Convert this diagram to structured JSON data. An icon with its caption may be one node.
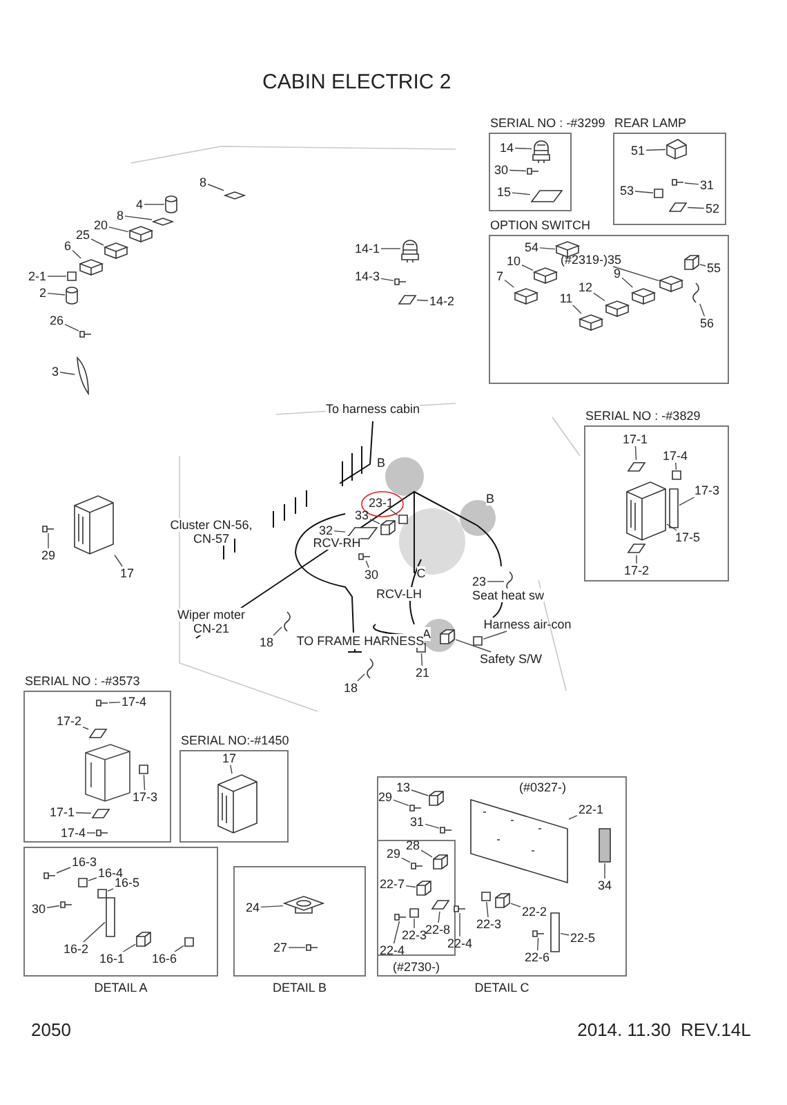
{
  "diagram": {
    "title": "CABIN ELECTRIC 2",
    "nodes": [
      {
        "text": [
          "8"
        ]
      },
      {
        "text": [
          "4"
        ]
      },
      {
        "text": [
          "8"
        ]
      },
      {
        "text": [
          "20"
        ]
      },
      {
        "text": [
          "25"
        ]
      },
      {
        "text": [
          "6"
        ]
      },
      {
        "text": [
          "2-1"
        ]
      },
      {
        "text": [
          "2"
        ]
      },
      {
        "text": [
          "26"
        ]
      },
      {
        "text": [
          "3"
        ]
      },
      {
        "text": [
          "14-1"
        ]
      },
      {
        "text": [
          "14-3"
        ]
      },
      {
        "text": [
          "14-2"
        ]
      },
      {
        "text": [
          "SERIAL NO : -#3299"
        ]
      },
      {
        "text": [
          "14"
        ],
        "in": 13
      },
      {
        "text": [
          "30"
        ],
        "in": 13
      },
      {
        "text": [
          "15"
        ],
        "in": 13
      },
      {
        "text": [
          "REAR LAMP"
        ]
      },
      {
        "text": [
          "51"
        ],
        "in": 17
      },
      {
        "text": [
          "53"
        ],
        "in": 17
      },
      {
        "text": [
          "31"
        ],
        "in": 17
      },
      {
        "text": [
          "52"
        ],
        "in": 17
      },
      {
        "text": [
          "OPTION SWITCH"
        ]
      },
      {
        "text": [
          "54"
        ],
        "in": 22
      },
      {
        "text": [
          "10"
        ],
        "in": 22
      },
      {
        "text": [
          "7"
        ],
        "in": 22
      },
      {
        "text": [
          "(#2319-)35"
        ],
        "in": 22
      },
      {
        "text": [
          "9"
        ],
        "in": 22
      },
      {
        "text": [
          "12"
        ],
        "in": 22
      },
      {
        "text": [
          "11"
        ],
        "in": 22
      },
      {
        "text": [
          "55"
        ],
        "in": 22
      },
      {
        "text": [
          "56"
        ],
        "in": 22
      },
      {
        "text": [
          "SERIAL NO : -#3829"
        ]
      },
      {
        "text": [
          "17-1"
        ],
        "in": 32
      },
      {
        "text": [
          "17-4"
        ],
        "in": 32
      },
      {
        "text": [
          "17-3"
        ],
        "in": 32
      },
      {
        "text": [
          "17-5"
        ],
        "in": 32
      },
      {
        "text": [
          "17-2"
        ],
        "in": 32
      },
      {
        "text": [
          "29"
        ]
      },
      {
        "text": [
          "17"
        ]
      },
      {
        "text": [
          "32"
        ]
      },
      {
        "text": [
          "33"
        ]
      },
      {
        "text": [
          "23-1"
        ]
      },
      {
        "text": [
          "30"
        ]
      },
      {
        "text": [
          "23"
        ]
      },
      {
        "text": [
          "Harness air-con"
        ]
      },
      {
        "text": [
          "Safety S/W"
        ]
      },
      {
        "text": [
          "21"
        ]
      },
      {
        "text": [
          "18"
        ]
      },
      {
        "text": [
          "18"
        ]
      },
      {
        "text": [
          "SERIAL NO : -#3573"
        ]
      },
      {
        "text": [
          "17-4"
        ],
        "in": 50
      },
      {
        "text": [
          "17-2"
        ],
        "in": 50
      },
      {
        "text": [
          "17-3"
        ],
        "in": 50
      },
      {
        "text": [
          "17-1"
        ],
        "in": 50
      },
      {
        "text": [
          "17-4"
        ],
        "in": 50
      },
      {
        "text": [
          "SERIAL NO:-#1450"
        ]
      },
      {
        "text": [
          "17"
        ],
        "in": 56
      },
      {
        "text": [
          "DETAIL A"
        ]
      },
      {
        "text": [
          "16-3"
        ],
        "in": 58
      },
      {
        "text": [
          "16-4"
        ],
        "in": 58
      },
      {
        "text": [
          "16-5"
        ],
        "in": 58
      },
      {
        "text": [
          "30"
        ],
        "in": 58
      },
      {
        "text": [
          "16-2"
        ],
        "in": 58
      },
      {
        "text": [
          "16-1"
        ],
        "in": 58
      },
      {
        "text": [
          "16-6"
        ],
        "in": 58
      },
      {
        "text": [
          "DETAIL B"
        ]
      },
      {
        "text": [
          "24"
        ],
        "in": 66
      },
      {
        "text": [
          "27"
        ],
        "in": 66
      },
      {
        "text": [
          "DETAIL C"
        ]
      },
      {
        "text": [
          "13"
        ],
        "in": 69
      },
      {
        "text": [
          "29"
        ],
        "in": 69
      },
      {
        "text": [
          "31"
        ],
        "in": 69
      },
      {
        "text": [
          "22-1"
        ],
        "in": 69
      },
      {
        "text": [
          "(#2730-)"
        ],
        "in": 69
      },
      {
        "text": [
          "28"
        ],
        "in": 74
      },
      {
        "text": [
          "29"
        ],
        "in": 74
      },
      {
        "text": [
          "22-7"
        ],
        "in": 74
      },
      {
        "text": [
          "22-3"
        ],
        "in": 74
      },
      {
        "text": [
          "22-8"
        ],
        "in": 74
      },
      {
        "text": [
          "22-4"
        ],
        "in": 74
      },
      {
        "text": [
          "22-4"
        ],
        "in": 69
      },
      {
        "text": [
          "22-3"
        ],
        "in": 69
      },
      {
        "text": [
          "22-2"
        ],
        "in": 69
      },
      {
        "text": [
          "22-5"
        ],
        "in": 69
      },
      {
        "text": [
          "22-6"
        ],
        "in": 69
      },
      {
        "text": [
          "34"
        ],
        "in": 69
      },
      {
        "text": [],
        "shape": "picture"
      },
      {
        "text": [],
        "shape": "picture"
      },
      {
        "text": [],
        "shape": "picture"
      },
      {
        "text": [],
        "shape": "picture"
      },
      {
        "text": [],
        "shape": "picture"
      },
      {
        "text": [],
        "shape": "picture"
      },
      {
        "text": [],
        "shape": "box"
      },
      {
        "text": [],
        "shape": "picture"
      },
      {
        "text": [],
        "shape": "picture"
      },
      {
        "text": [],
        "shape": "picture"
      },
      {
        "text": [],
        "shape": "picture"
      },
      {
        "text": [],
        "shape": "picture"
      },
      {
        "text": [],
        "shape": "picture"
      },
      {
        "text": [],
        "shape": "picture",
        "in": 13
      },
      {
        "text": [],
        "shape": "picture",
        "in": 13
      },
      {
        "text": [],
        "shape": "picture",
        "in": 13
      },
      {
        "text": [],
        "shape": "picture",
        "in": 17
      },
      {
        "text": [],
        "shape": "box",
        "in": 17
      },
      {
        "text": [],
        "shape": "picture",
        "in": 17
      },
      {
        "text": [],
        "shape": "picture",
        "in": 17
      },
      {
        "text": [],
        "shape": "picture",
        "in": 22
      },
      {
        "text": [],
        "shape": "picture",
        "in": 22
      },
      {
        "text": [],
        "shape": "picture",
        "in": 22
      },
      {
        "text": [],
        "shape": "picture",
        "in": 22
      },
      {
        "text": [],
        "shape": "picture",
        "in": 22
      },
      {
        "text": [],
        "shape": "picture",
        "in": 22
      },
      {
        "text": [],
        "shape": "picture",
        "in": 22
      },
      {
        "text": [],
        "shape": "picture",
        "in": 22
      },
      {
        "text": [],
        "shape": "picture",
        "in": 22
      },
      {
        "text": [],
        "shape": "picture",
        "in": 32
      },
      {
        "text": [],
        "shape": "box",
        "in": 32
      },
      {
        "text": [],
        "shape": "box",
        "in": 32
      },
      {
        "text": [],
        "shape": "picture",
        "in": 32
      },
      {
        "text": [],
        "shape": "picture",
        "in": 32
      },
      {
        "text": [],
        "shape": "picture"
      },
      {
        "text": [],
        "shape": "picture"
      },
      {
        "text": [],
        "shape": "picture"
      },
      {
        "text": [],
        "shape": "picture"
      },
      {
        "text": [],
        "shape": "box"
      },
      {
        "text": [],
        "shape": "picture"
      },
      {
        "text": [],
        "shape": "picture"
      },
      {
        "text": [],
        "shape": "box"
      },
      {
        "text": [],
        "shape": "picture"
      },
      {
        "text": [],
        "shape": "box"
      },
      {
        "text": [],
        "shape": "picture"
      },
      {
        "text": [],
        "shape": "picture"
      },
      {
        "text": [],
        "shape": "picture",
        "in": 50
      },
      {
        "text": [],
        "shape": "picture",
        "in": 50
      },
      {
        "text": [],
        "shape": "box",
        "in": 50
      },
      {
        "text": [],
        "shape": "picture",
        "in": 50
      },
      {
        "text": [],
        "shape": "picture",
        "in": 50
      },
      {
        "text": [],
        "shape": "picture",
        "in": 56
      },
      {
        "text": [],
        "shape": "picture",
        "in": 58
      },
      {
        "text": [],
        "shape": "box",
        "in": 58
      },
      {
        "text": [],
        "shape": "box",
        "in": 58
      },
      {
        "text": [],
        "shape": "picture",
        "in": 58
      },
      {
        "text": [],
        "shape": "box",
        "in": 58
      },
      {
        "text": [],
        "shape": "picture",
        "in": 58
      },
      {
        "text": [],
        "shape": "box",
        "in": 58
      },
      {
        "text": [],
        "shape": "picture",
        "in": 66
      },
      {
        "text": [],
        "shape": "picture",
        "in": 66
      },
      {
        "text": [],
        "shape": "picture",
        "in": 69
      },
      {
        "text": [],
        "shape": "picture",
        "in": 69
      },
      {
        "text": [],
        "shape": "picture",
        "in": 69
      },
      {
        "text": [],
        "shape": "picture",
        "in": 69
      },
      {
        "text": [],
        "shape": "picture",
        "in": 74
      },
      {
        "text": [],
        "shape": "picture",
        "in": 74
      },
      {
        "text": [],
        "shape": "picture",
        "in": 74
      },
      {
        "text": [],
        "shape": "box",
        "in": 74
      },
      {
        "text": [],
        "shape": "picture",
        "in": 74
      },
      {
        "text": [],
        "shape": "picture",
        "in": 74
      },
      {
        "text": [],
        "shape": "picture",
        "in": 69
      },
      {
        "text": [],
        "shape": "box",
        "in": 69
      },
      {
        "text": [],
        "shape": "picture",
        "in": 69
      },
      {
        "text": [],
        "shape": "box",
        "in": 69
      },
      {
        "text": [],
        "shape": "picture",
        "in": 69
      },
      {
        "text": [],
        "shape": "box",
        "in": 69
      }
    ],
    "edges": [
      {
        "from": 0,
        "to": 87,
        "arrow": "none"
      },
      {
        "from": 1,
        "to": 88,
        "arrow": "none"
      },
      {
        "from": 2,
        "to": 89,
        "arrow": "none"
      },
      {
        "from": 3,
        "to": 90,
        "arrow": "none"
      },
      {
        "from": 4,
        "to": 91,
        "arrow": "none"
      },
      {
        "from": 5,
        "to": 92,
        "arrow": "none"
      },
      {
        "from": 6,
        "to": 93,
        "arrow": "none"
      },
      {
        "from": 7,
        "to": 94,
        "arrow": "none"
      },
      {
        "from": 8,
        "to": 95,
        "arrow": "none"
      },
      {
        "from": 9,
        "to": 96,
        "arrow": "none"
      },
      {
        "from": 10,
        "to": 97,
        "arrow": "none"
      },
      {
        "from": 11,
        "to": 98,
        "arrow": "none"
      },
      {
        "from": 12,
        "to": 99,
        "arrow": "none"
      },
      {
        "from": 14,
        "to": 100,
        "arrow": "none"
      },
      {
        "from": 15,
        "to": 101,
        "arrow": "none"
      },
      {
        "from": 16,
        "to": 102,
        "arrow": "none"
      },
      {
        "from": 18,
        "to": 103,
        "arrow": "none"
      },
      {
        "from": 19,
        "to": 104,
        "arrow": "none"
      },
      {
        "from": 20,
        "to": 105,
        "arrow": "none"
      },
      {
        "from": 21,
        "to": 106,
        "arrow": "none"
      },
      {
        "from": 23,
        "to": 107,
        "arrow": "none"
      },
      {
        "from": 24,
        "to": 108,
        "arrow": "none"
      },
      {
        "from": 25,
        "to": 109,
        "arrow": "none"
      },
      {
        "from": 26,
        "to": 110,
        "arrow": "none"
      },
      {
        "from": 27,
        "to": 111,
        "arrow": "none"
      },
      {
        "from": 28,
        "to": 112,
        "arrow": "none"
      },
      {
        "from": 29,
        "to": 113,
        "arrow": "none"
      },
      {
        "from": 30,
        "to": 114,
        "arrow": "none"
      },
      {
        "from": 31,
        "to": 115,
        "arrow": "none"
      },
      {
        "from": 33,
        "to": 116,
        "arrow": "none"
      },
      {
        "from": 34,
        "to": 117,
        "arrow": "none"
      },
      {
        "from": 35,
        "to": 118,
        "arrow": "none"
      },
      {
        "from": 36,
        "to": 119,
        "arrow": "none"
      },
      {
        "from": 37,
        "to": 120,
        "arrow": "none"
      },
      {
        "from": 38,
        "to": 121,
        "arrow": "none"
      },
      {
        "from": 39,
        "to": 122,
        "arrow": "none"
      },
      {
        "from": 40,
        "to": 123,
        "arrow": "none"
      },
      {
        "from": 41,
        "to": 124,
        "arrow": "none"
      },
      {
        "from": 42,
        "to": 125,
        "arrow": "none"
      },
      {
        "from": 43,
        "to": 126,
        "arrow": "none"
      },
      {
        "from": 44,
        "to": 127,
        "arrow": "none"
      },
      {
        "from": 45,
        "to": 128,
        "arrow": "none"
      },
      {
        "from": 46,
        "to": 129,
        "arrow": "none"
      },
      {
        "from": 47,
        "to": 130,
        "arrow": "none"
      },
      {
        "from": 48,
        "to": 131,
        "arrow": "none"
      },
      {
        "from": 49,
        "to": 132,
        "arrow": "none"
      },
      {
        "from": 51,
        "to": 133,
        "arrow": "none"
      },
      {
        "from": 52,
        "to": 134,
        "arrow": "none"
      },
      {
        "from": 53,
        "to": 135,
        "arrow": "none"
      },
      {
        "from": 54,
        "to": 136,
        "arrow": "none"
      },
      {
        "from": 55,
        "to": 137,
        "arrow": "none"
      },
      {
        "from": 57,
        "to": 138,
        "arrow": "none"
      },
      {
        "from": 59,
        "to": 139,
        "arrow": "none"
      },
      {
        "from": 60,
        "to": 140,
        "arrow": "none"
      },
      {
        "from": 61,
        "to": 141,
        "arrow": "none"
      },
      {
        "from": 62,
        "to": 142,
        "arrow": "none"
      },
      {
        "from": 63,
        "to": 143,
        "arrow": "none"
      },
      {
        "from": 64,
        "to": 144,
        "arrow": "none"
      },
      {
        "from": 65,
        "to": 145,
        "arrow": "none"
      },
      {
        "from": 67,
        "to": 146,
        "arrow": "none"
      },
      {
        "from": 68,
        "to": 147,
        "arrow": "none"
      },
      {
        "from": 70,
        "to": 148,
        "arrow": "none"
      },
      {
        "from": 71,
        "to": 149,
        "arrow": "none"
      },
      {
        "from": 72,
        "to": 150,
        "arrow": "none"
      },
      {
        "from": 73,
        "to": 151,
        "arrow": "none"
      },
      {
        "from": 75,
        "to": 152,
        "arrow": "none"
      },
      {
        "from": 76,
        "to": 153,
        "arrow": "none"
      },
      {
        "from": 77,
        "to": 154,
        "arrow": "none"
      },
      {
        "from": 78,
        "to": 155,
        "arrow": "none"
      },
      {
        "from": 79,
        "to": 156,
        "arrow": "none"
      },
      {
        "from": 80,
        "to": 157,
        "arrow": "none"
      },
      {
        "from": 81,
        "to": 158,
        "arrow": "none"
      },
      {
        "from": 82,
        "to": 159,
        "arrow": "none"
      },
      {
        "from": 83,
        "to": 160,
        "arrow": "none"
      },
      {
        "from": 84,
        "to": 161,
        "arrow": "none"
      },
      {
        "from": 85,
        "to": 162,
        "arrow": "none"
      },
      {
        "from": 86,
        "to": 163,
        "arrow": "none"
      }
    ],
    "labels": [
      "To harness cabin",
      "B",
      "B",
      "Cluster CN-56, CN-57",
      "RCV-RH",
      "C",
      "RCV-LH",
      "Seat heat sw",
      "Wiper moter CN-21",
      "A",
      "TO FRAME HARNESS",
      "(#0327-)",
      "2050",
      "2014. 11.30  REV.14L"
    ]
  }
}
